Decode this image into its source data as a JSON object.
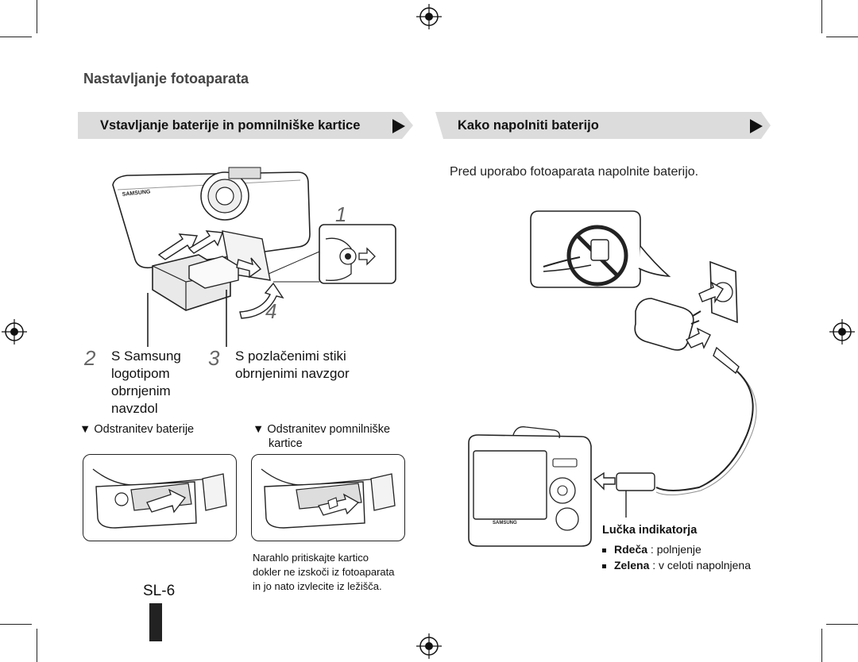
{
  "page": {
    "title": "Nastavljanje fotoaparata",
    "page_number": "SL-6"
  },
  "left": {
    "banner": "Vstavljanje baterije in pomnilniške kartice",
    "step_1": "1",
    "step_4": "4",
    "step_2": {
      "num": "2",
      "lines": [
        "S Samsung",
        "logotipom",
        "obrnjenim",
        "navzdol"
      ]
    },
    "step_3": {
      "num": "3",
      "lines": [
        "S pozlačenimi stiki",
        "obrnjenimi navzgor"
      ]
    },
    "remove_battery": "▼ Odstranitev baterije",
    "remove_card": [
      "▼ Odstranitev pomnilniške",
      "kartice"
    ],
    "card_note": [
      "Narahlo pritiskajte kartico",
      "dokler ne izskoči iz fotoaparata",
      "in jo nato izvlecite iz ležišča."
    ]
  },
  "right": {
    "banner": "Kako napolniti baterijo",
    "intro": "Pred uporabo fotoaparata napolnite baterijo.",
    "indicator": {
      "heading": "Lučka indikatorja",
      "items": [
        {
          "label": "Rdeča",
          "text": " : polnjenje"
        },
        {
          "label": "Zelena",
          "text": " : v celoti napolnjena"
        }
      ]
    }
  },
  "brand": "SAMSUNG",
  "colors": {
    "banner_fill": "#dcdcdc",
    "text": "#1a1a1a",
    "prohibit_red": "#222222"
  }
}
